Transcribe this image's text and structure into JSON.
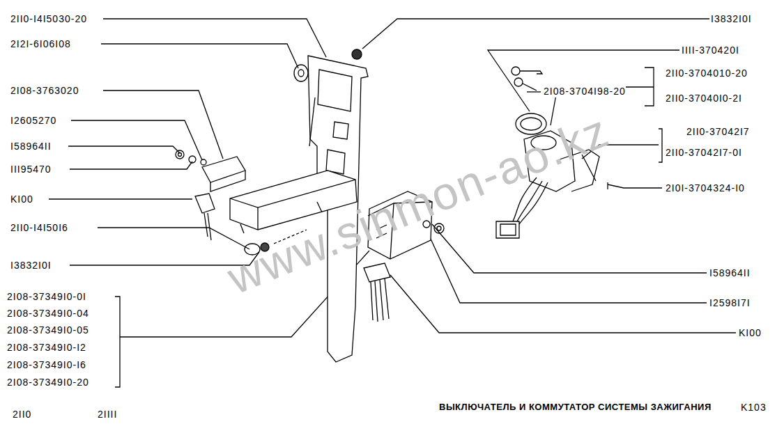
{
  "diagram": {
    "title": "ВЫКЛЮЧАТЕЛЬ И КОММУТАТОР СИСТЕМЫ ЗАЖИГАНИЯ",
    "labels": [
      "2II0-I4I5030-20",
      "2I2I-6I06I08",
      "2I08-3763020",
      "I2605270",
      "I58964II",
      "III95470",
      "KI00",
      "2II0-I4I50I6",
      "I3832I0I",
      "2I08-37349I0-0I",
      "2I08-37349I0-04",
      "2I08-37349I0-05",
      "2I08-37349I0-I2",
      "2I08-37349I0-I6",
      "2I08-37349I0-20",
      "I3832I0I",
      "IIII-370420I",
      "2I08-3704I98-20",
      "2II0-3704010-20",
      "2II0-37040I0-2I",
      "2II0-37042I7",
      "2II0-37042I7-0I",
      "2I0I-3704324-I0",
      "I58964II",
      "I2598I7I",
      "KI00",
      "2II0",
      "2IIII",
      "K103",
      "www.sinmon-ao.kz"
    ]
  }
}
